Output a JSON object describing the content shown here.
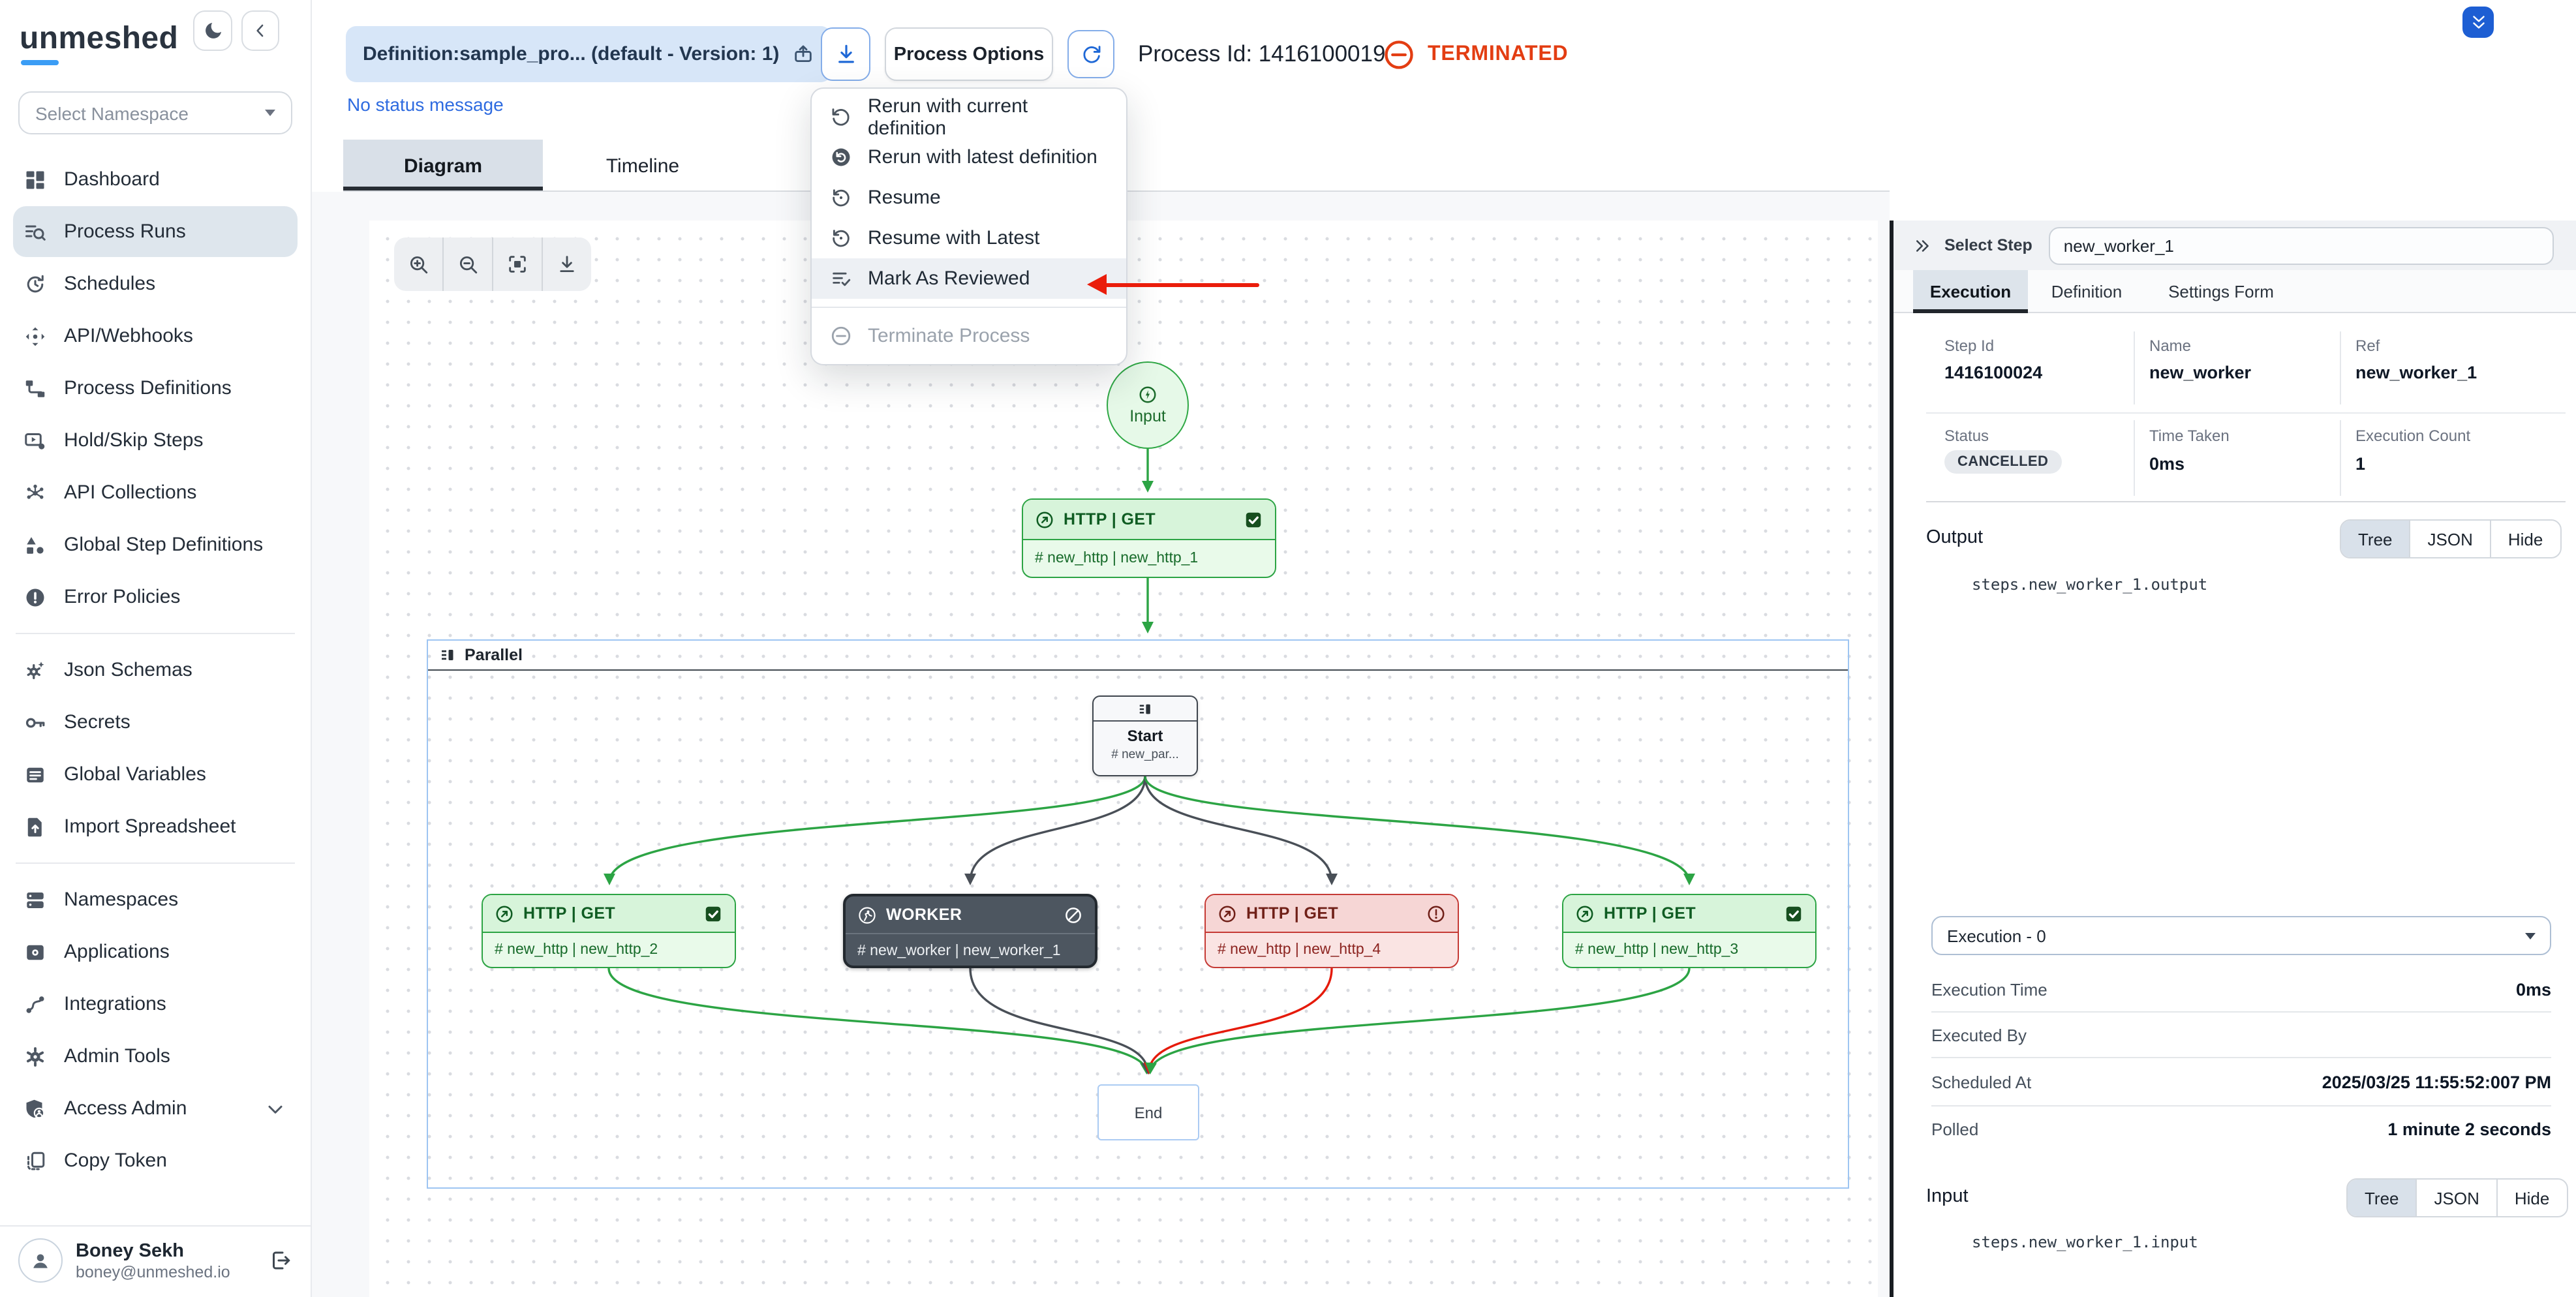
{
  "app": {
    "logo_text": "unmeshed"
  },
  "sidebar": {
    "namespace_select": {
      "placeholder": "Select Namespace"
    },
    "items": [
      {
        "label": "Dashboard",
        "icon": "dashboard-icon",
        "active": false
      },
      {
        "label": "Process Runs",
        "icon": "process-runs-icon",
        "active": true
      },
      {
        "label": "Schedules",
        "icon": "schedules-icon",
        "active": false
      },
      {
        "label": "API/Webhooks",
        "icon": "api-webhooks-icon",
        "active": false
      },
      {
        "label": "Process Definitions",
        "icon": "process-definitions-icon",
        "active": false
      },
      {
        "label": "Hold/Skip Steps",
        "icon": "hold-skip-icon",
        "active": false
      },
      {
        "label": "API Collections",
        "icon": "api-collections-icon",
        "active": false
      },
      {
        "label": "Global Step Definitions",
        "icon": "global-step-definitions-icon",
        "active": false
      },
      {
        "label": "Error Policies",
        "icon": "error-policies-icon",
        "active": false
      },
      {
        "label": "Json Schemas",
        "icon": "json-schemas-icon",
        "active": false
      },
      {
        "label": "Secrets",
        "icon": "secrets-icon",
        "active": false
      },
      {
        "label": "Global Variables",
        "icon": "global-variables-icon",
        "active": false
      },
      {
        "label": "Import Spreadsheet",
        "icon": "import-spreadsheet-icon",
        "active": false
      },
      {
        "label": "Namespaces",
        "icon": "namespaces-icon",
        "active": false
      },
      {
        "label": "Applications",
        "icon": "applications-icon",
        "active": false
      },
      {
        "label": "Integrations",
        "icon": "integrations-icon",
        "active": false
      },
      {
        "label": "Admin Tools",
        "icon": "admin-tools-icon",
        "active": false
      },
      {
        "label": "Access Admin",
        "icon": "access-admin-icon",
        "active": false,
        "expandable": true
      },
      {
        "label": "Copy Token",
        "icon": "copy-token-icon",
        "active": false
      }
    ],
    "user": {
      "name": "Boney Sekh",
      "email": "boney@unmeshed.io"
    }
  },
  "header": {
    "definition_chip": "Definition:sample_pro... (default - Version: 1)",
    "process_options_label": "Process Options",
    "process_id": "Process Id: 1416100019",
    "status": "TERMINATED",
    "status_message": "No status message"
  },
  "main_tabs": {
    "diagram": "Diagram",
    "timeline": "Timeline",
    "active": "Diagram"
  },
  "process_menu": {
    "items": [
      {
        "label": "Rerun with current definition",
        "icon": "rotate-ccw-icon",
        "highlighted": false,
        "disabled": false
      },
      {
        "label": "Rerun with latest definition",
        "icon": "rerun-latest-icon",
        "highlighted": false,
        "disabled": false
      },
      {
        "label": "Resume",
        "icon": "resume-icon",
        "highlighted": false,
        "disabled": false
      },
      {
        "label": "Resume with Latest",
        "icon": "resume-icon",
        "highlighted": false,
        "disabled": false
      },
      {
        "label": "Mark As Reviewed",
        "icon": "mark-reviewed-icon",
        "highlighted": true,
        "disabled": false
      },
      {
        "label": "Terminate Process",
        "icon": "terminate-icon",
        "highlighted": false,
        "disabled": true
      }
    ]
  },
  "diagram": {
    "nodes": {
      "input": {
        "label": "Input"
      },
      "http1": {
        "title": "HTTP | GET",
        "ref": "# new_http | new_http_1",
        "status": "success"
      },
      "parallel": {
        "label": "Parallel"
      },
      "start": {
        "label": "Start",
        "ref": "# new_par..."
      },
      "http2": {
        "title": "HTTP | GET",
        "ref": "# new_http | new_http_2",
        "status": "success"
      },
      "worker": {
        "title": "WORKER",
        "ref": "# new_worker | new_worker_1",
        "status": "cancelled"
      },
      "http4": {
        "title": "HTTP | GET",
        "ref": "# new_http | new_http_4",
        "status": "failed"
      },
      "http3": {
        "title": "HTTP | GET",
        "ref": "# new_http | new_http_3",
        "status": "success"
      },
      "end": {
        "label": "End"
      }
    }
  },
  "panel": {
    "select_step_label": "Select Step",
    "select_step_value": "new_worker_1",
    "tabs": [
      "Execution",
      "Definition",
      "Settings Form"
    ],
    "active_tab": "Execution",
    "details": {
      "step_id_label": "Step Id",
      "step_id": "1416100024",
      "name_label": "Name",
      "name": "new_worker",
      "ref_label": "Ref",
      "ref": "new_worker_1",
      "status_label": "Status",
      "status": "CANCELLED",
      "time_taken_label": "Time Taken",
      "time_taken": "0ms",
      "execution_count_label": "Execution Count",
      "execution_count": "1"
    },
    "output_section": {
      "title": "Output",
      "views": [
        "Tree",
        "JSON",
        "Hide"
      ],
      "active_view": "Tree",
      "path": "steps.new_worker_1.output"
    },
    "execution_select": {
      "value": "Execution - 0"
    },
    "execution_rows": [
      {
        "label": "Execution Time",
        "value": "0ms"
      },
      {
        "label": "Executed By",
        "value": ""
      },
      {
        "label": "Scheduled At",
        "value": "2025/03/25 11:55:52:007 PM"
      },
      {
        "label": "Polled",
        "value": "1 minute 2 seconds"
      }
    ],
    "input_section": {
      "title": "Input",
      "views": [
        "Tree",
        "JSON",
        "Hide"
      ],
      "active_view": "Tree",
      "path": "steps.new_worker_1.input"
    }
  },
  "colors": {
    "accent_blue": "#2f6fe4",
    "terminated_red": "#e33d12",
    "success_green": "#2ca444",
    "edge_dark": "#494f57",
    "edge_red": "#e51a0a",
    "annotation_red": "#ea1d0b",
    "worker_dark": "#4d5660",
    "parallel_border_blue": "#9ec5f2"
  }
}
